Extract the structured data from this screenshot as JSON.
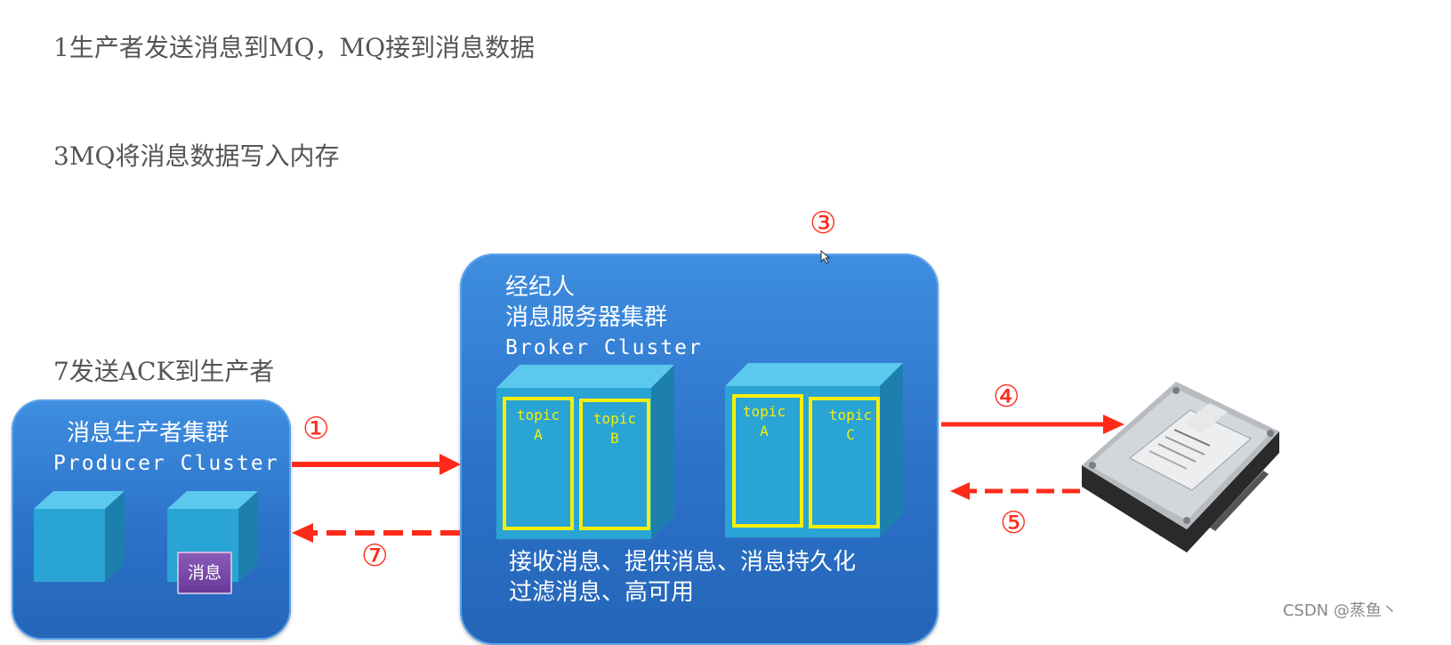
{
  "notes": {
    "step1": "1生产者发送消息到MQ，MQ接到消息数据",
    "step3": "3MQ将消息数据写入内存",
    "step7": "7发送ACK到生产者"
  },
  "markers": [
    "①",
    "③",
    "④",
    "⑤",
    "⑦"
  ],
  "producer": {
    "title_cn": "消息生产者集群",
    "title_en": "Producer Cluster",
    "message_chip": "消息"
  },
  "broker": {
    "line1": "经纪人",
    "line2": "消息服务器集群",
    "line3": "Broker Cluster",
    "topics": [
      {
        "word": "topic",
        "letter": "A"
      },
      {
        "word": "topic",
        "letter": "B"
      },
      {
        "word": "topic",
        "letter": "A"
      },
      {
        "word": "topic",
        "letter": "C"
      }
    ],
    "footer1": "接收消息、提供消息、消息持久化",
    "footer2": "过滤消息、高可用"
  },
  "watermark": "CSDN @蒸鱼丶",
  "colors": {
    "arrow": "#ff2a1a",
    "panel": "#2f79cf",
    "cube": "#2aa4d4",
    "topic_border": "#f4f00a"
  },
  "icons": {
    "disk": "hard-drive-icon"
  }
}
